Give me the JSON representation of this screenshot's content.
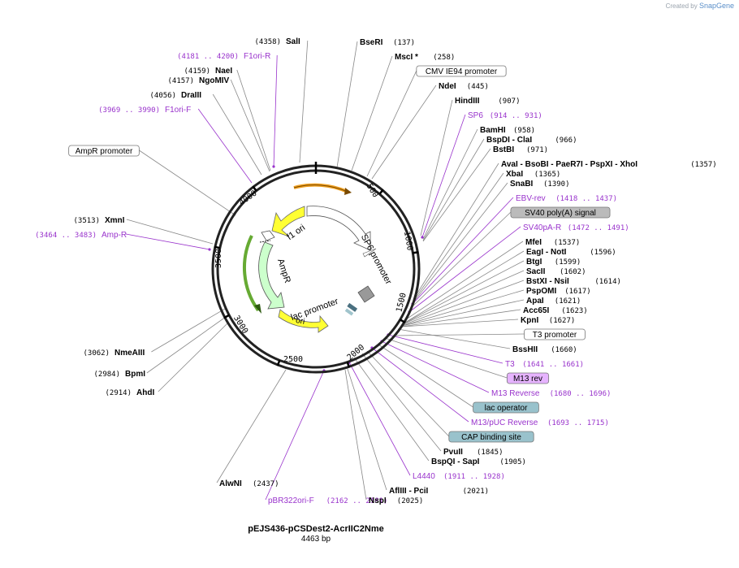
{
  "credit": {
    "prefix": "Created by",
    "brand": "SnapGene"
  },
  "plasmid": {
    "name": "pEJS436-pCSDest2-AcrIIC2Nme",
    "size": "4463 bp",
    "total_bp": 4463
  },
  "ticks": [
    "500",
    "1000",
    "1500",
    "2000",
    "2500",
    "3000",
    "3500",
    "4000"
  ],
  "colors": {
    "enzyme": "#000000",
    "primer": "#9933cc",
    "leader": "#888888",
    "backbone": "#222222",
    "feature_yellow": "#ffff33",
    "feature_green": "#ccffcc",
    "feature_gray": "#999999",
    "promoter_box": "#ffffff",
    "polya_box": "#bbbbbb",
    "rev_box": "#e6b3ff",
    "operator_box": "#99c2cc",
    "orange_arc": "#f0a020"
  },
  "features": [
    {
      "name": "f1 ori",
      "color": "#ffff33"
    },
    {
      "name": "SP6 promoter",
      "color": "#ffffff"
    },
    {
      "name": "AmpR",
      "color": "#ccffcc"
    },
    {
      "name": "lac promoter",
      "color": "#ffffff"
    },
    {
      "name": "ori",
      "color": "#ffff33"
    }
  ],
  "labels": [
    {
      "name": "SalI",
      "pos": "(4358)",
      "kind": "enzyme"
    },
    {
      "name": "F1ori-R",
      "pos": "(4181 .. 4200)",
      "kind": "primer"
    },
    {
      "name": "NaeI",
      "pos": "(4159)",
      "kind": "enzyme"
    },
    {
      "name": "NgoMIV",
      "pos": "(4157)",
      "kind": "enzyme"
    },
    {
      "name": "DraIII",
      "pos": "(4056)",
      "kind": "enzyme"
    },
    {
      "name": "F1ori-F",
      "pos": "(3969 .. 3990)",
      "kind": "primer"
    },
    {
      "name": "AmpR promoter",
      "pos": "",
      "kind": "box"
    },
    {
      "name": "XmnI",
      "pos": "(3513)",
      "kind": "enzyme"
    },
    {
      "name": "Amp-R",
      "pos": "(3464 .. 3483)",
      "kind": "primer"
    },
    {
      "name": "NmeAIII",
      "pos": "(3062)",
      "kind": "enzyme"
    },
    {
      "name": "BpmI",
      "pos": "(2984)",
      "kind": "enzyme"
    },
    {
      "name": "AhdI",
      "pos": "(2914)",
      "kind": "enzyme"
    },
    {
      "name": "AlwNI",
      "pos": "(2437)",
      "kind": "enzyme"
    },
    {
      "name": "pBR322ori-F",
      "pos": "(2162 .. 2181)",
      "kind": "primer"
    },
    {
      "name": "BseRI",
      "pos": "(137)",
      "kind": "enzyme"
    },
    {
      "name": "MscI *",
      "pos": "(258)",
      "kind": "enzyme"
    },
    {
      "name": "CMV IE94 promoter",
      "pos": "",
      "kind": "box"
    },
    {
      "name": "NdeI",
      "pos": "(445)",
      "kind": "enzyme"
    },
    {
      "name": "HindIII",
      "pos": "(907)",
      "kind": "enzyme"
    },
    {
      "name": "SP6",
      "pos": "(914 .. 931)",
      "kind": "primer"
    },
    {
      "name": "BamHI",
      "pos": "(958)",
      "kind": "enzyme"
    },
    {
      "name": "BspDI - ClaI",
      "pos": "(966)",
      "kind": "enzyme"
    },
    {
      "name": "BstBI",
      "pos": "(971)",
      "kind": "enzyme"
    },
    {
      "name": "AvaI - BsoBI - PaeR7I - PspXI - XhoI",
      "pos": "(1357)",
      "kind": "enzyme"
    },
    {
      "name": "XbaI",
      "pos": "(1365)",
      "kind": "enzyme"
    },
    {
      "name": "SnaBI",
      "pos": "(1390)",
      "kind": "enzyme"
    },
    {
      "name": "EBV-rev",
      "pos": "(1418 .. 1437)",
      "kind": "primer"
    },
    {
      "name": "SV40 poly(A) signal",
      "pos": "",
      "kind": "polya"
    },
    {
      "name": "SV40pA-R",
      "pos": "(1472 .. 1491)",
      "kind": "primer"
    },
    {
      "name": "MfeI",
      "pos": "(1537)",
      "kind": "enzyme"
    },
    {
      "name": "EagI - NotI",
      "pos": "(1596)",
      "kind": "enzyme"
    },
    {
      "name": "BtgI",
      "pos": "(1599)",
      "kind": "enzyme"
    },
    {
      "name": "SacII",
      "pos": "(1602)",
      "kind": "enzyme"
    },
    {
      "name": "BstXI - NsiI",
      "pos": "(1614)",
      "kind": "enzyme"
    },
    {
      "name": "PspOMI",
      "pos": "(1617)",
      "kind": "enzyme"
    },
    {
      "name": "ApaI",
      "pos": "(1621)",
      "kind": "enzyme"
    },
    {
      "name": "Acc65I",
      "pos": "(1623)",
      "kind": "enzyme"
    },
    {
      "name": "KpnI",
      "pos": "(1627)",
      "kind": "enzyme"
    },
    {
      "name": "T3 promoter",
      "pos": "",
      "kind": "box"
    },
    {
      "name": "BssHII",
      "pos": "(1660)",
      "kind": "enzyme"
    },
    {
      "name": "T3",
      "pos": "(1641 .. 1661)",
      "kind": "primer"
    },
    {
      "name": "M13 rev",
      "pos": "",
      "kind": "rev"
    },
    {
      "name": "M13 Reverse",
      "pos": "(1680 .. 1696)",
      "kind": "primer"
    },
    {
      "name": "lac operator",
      "pos": "",
      "kind": "operator"
    },
    {
      "name": "M13/pUC Reverse",
      "pos": "(1693 .. 1715)",
      "kind": "primer"
    },
    {
      "name": "CAP binding site",
      "pos": "",
      "kind": "operator"
    },
    {
      "name": "PvuII",
      "pos": "(1845)",
      "kind": "enzyme"
    },
    {
      "name": "BspQI - SapI",
      "pos": "(1905)",
      "kind": "enzyme"
    },
    {
      "name": "L4440",
      "pos": "(1911 .. 1928)",
      "kind": "primer"
    },
    {
      "name": "AflIII - PciI",
      "pos": "(2021)",
      "kind": "enzyme"
    },
    {
      "name": "NspI",
      "pos": "(2025)",
      "kind": "enzyme"
    }
  ]
}
